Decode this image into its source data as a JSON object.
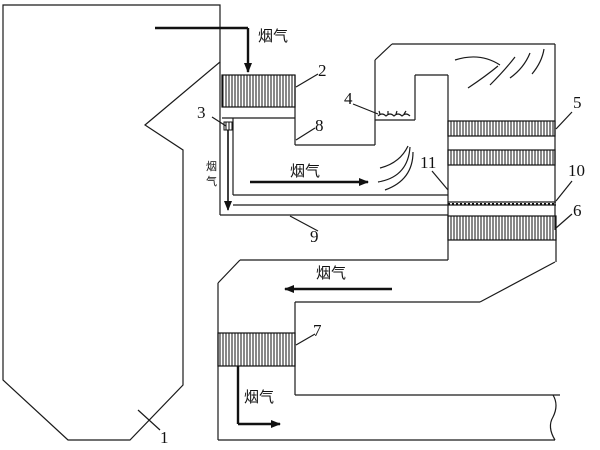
{
  "labels": {
    "n1": "1",
    "n2": "2",
    "n3": "3",
    "n4": "4",
    "n5": "5",
    "n6": "6",
    "n7": "7",
    "n8": "8",
    "n9": "9",
    "n10": "10",
    "n11": "11"
  },
  "flue_gas": {
    "top": "烟气",
    "vertical_char1": "烟",
    "vertical_char2": "气",
    "middle": "烟气",
    "lower": "烟气",
    "bottom": "烟气"
  }
}
